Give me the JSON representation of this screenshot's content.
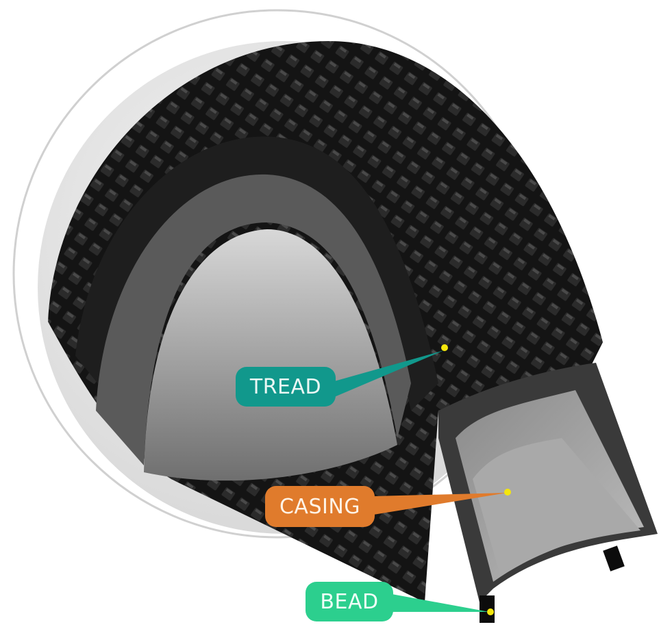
{
  "image": {
    "subject": "bicycle tire cutaway diagram",
    "background_color": "#ffffff"
  },
  "callouts": [
    {
      "id": "tread",
      "text": "TREAD",
      "color": "#11988c",
      "dot_color": "#f4e60c"
    },
    {
      "id": "casing",
      "text": "CASING",
      "color": "#e07b2c",
      "dot_color": "#f4e60c"
    },
    {
      "id": "bead",
      "text": "BEAD",
      "color": "#2ccf8e",
      "dot_color": "#f4e60c"
    }
  ]
}
